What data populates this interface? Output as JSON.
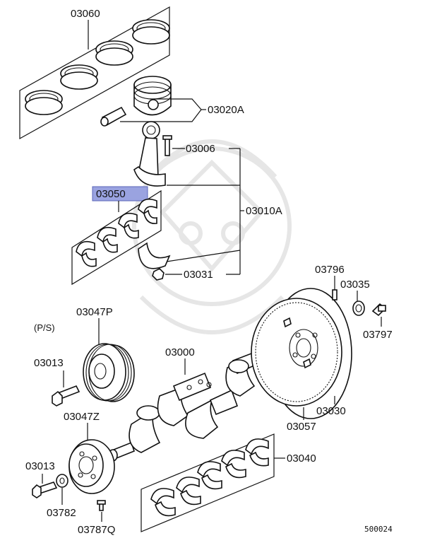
{
  "labels": {
    "rings": "03060",
    "piston": "03020A",
    "bolt_rod": "03006",
    "rod_bearing": "03050",
    "rod_assy": "03010A",
    "nut_rod": "03031",
    "pulley": "03047P",
    "pulley_note": "(P/S)",
    "bolt_pulley_top": "03013",
    "crankshaft": "03000",
    "pulley_z": "03047Z",
    "bolt_pulley_bottom": "03013",
    "washer": "03782",
    "bolt_small": "03787Q",
    "main_bearing": "03040",
    "pin": "03796",
    "bearing_pilot": "03035",
    "bolt_flywheel": "03797",
    "flywheel": "03030",
    "ring_gear": "03057"
  },
  "diagram_code": "500024",
  "highlight_color": "#9aa3e0"
}
